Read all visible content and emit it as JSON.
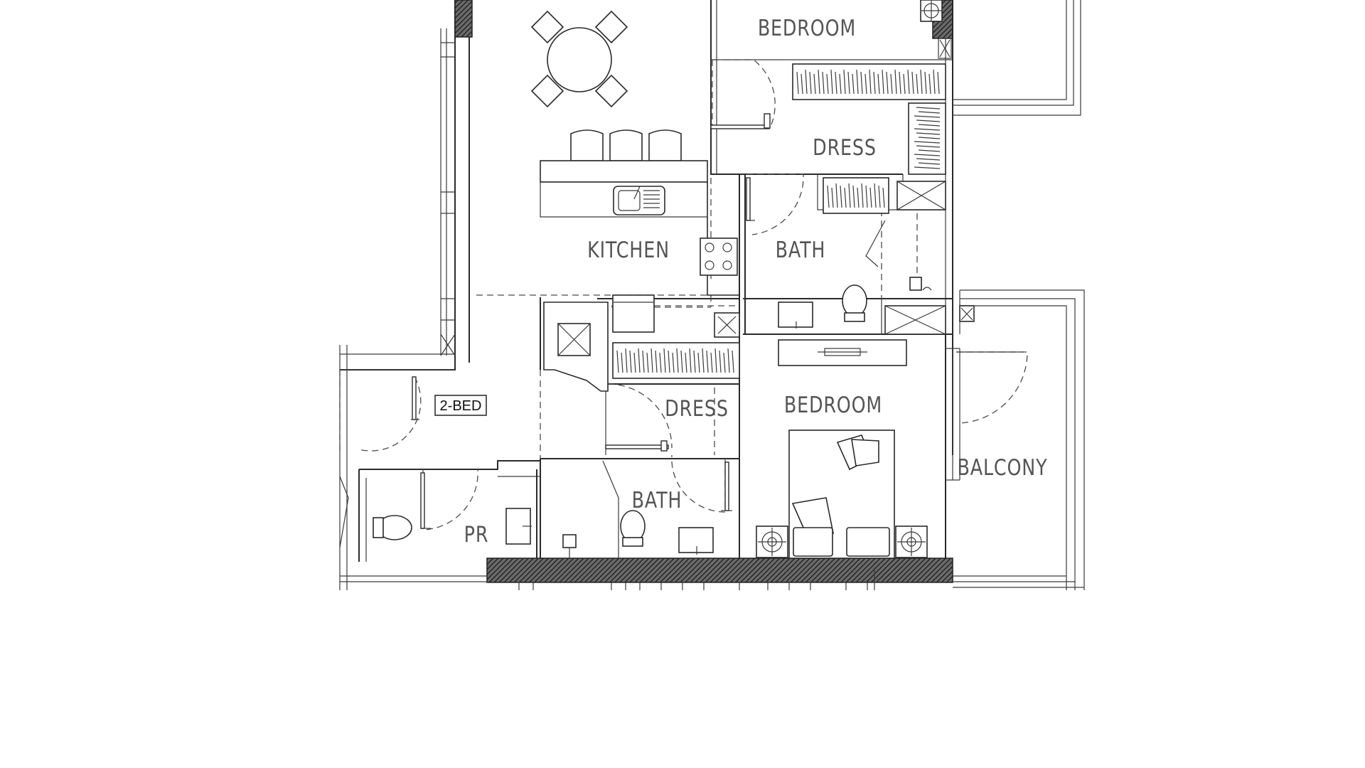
{
  "plan": {
    "unit_tag": "2-BED",
    "rooms": {
      "bedroom_top": "BEDROOM",
      "dress_top": "DRESS",
      "kitchen": "KITCHEN",
      "bath_top": "BATH",
      "bedroom_main": "BEDROOM",
      "dress_main": "DRESS",
      "bath_main": "BATH",
      "balcony": "BALCONY",
      "powder_room": "PR"
    }
  },
  "colors": {
    "line": "#2a2a2a",
    "label": "#555555",
    "background": "#ffffff"
  }
}
